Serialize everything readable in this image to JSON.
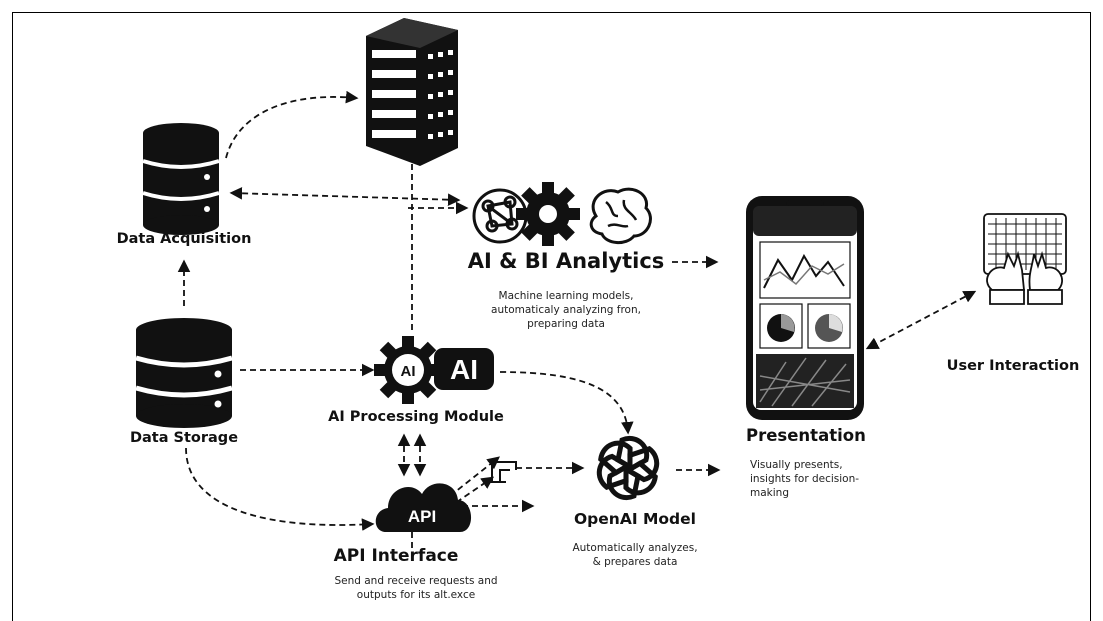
{
  "nodes": {
    "data_acquisition": {
      "label": "Data Acquisition"
    },
    "data_storage": {
      "label": "Data Storage"
    },
    "ai_bi_analytics": {
      "label": "AI & BI Analytics",
      "desc": [
        "Machine learning models,",
        "automaticaly analyzing fron,",
        "preparing data"
      ]
    },
    "ai_processing": {
      "label": "AI Processing Module",
      "badge": "AI",
      "gear_text": "AI"
    },
    "api_interface": {
      "label": "API Interface",
      "badge": "API",
      "desc": [
        "Send and receive requests and",
        "outputs for its alt.exce"
      ]
    },
    "openai_model": {
      "label": "OpenAI Model",
      "desc": [
        "Automatically analyzes,",
        "& prepares data"
      ]
    },
    "presentation": {
      "label": "Presentation",
      "desc": [
        "Visually presents,",
        "insights for decision-",
        "making"
      ]
    },
    "user_interaction": {
      "label": "User Interaction"
    }
  },
  "icons": {
    "server": "server-rack-icon",
    "database": "database-icon",
    "brain": "brain-icon",
    "gear": "gear-icon",
    "cloud": "cloud-icon",
    "openai": "openai-logo-icon",
    "phone": "smartphone-icon",
    "keyboard": "keyboard-hands-icon"
  },
  "colors": {
    "ink": "#111111",
    "background": "#ffffff"
  }
}
